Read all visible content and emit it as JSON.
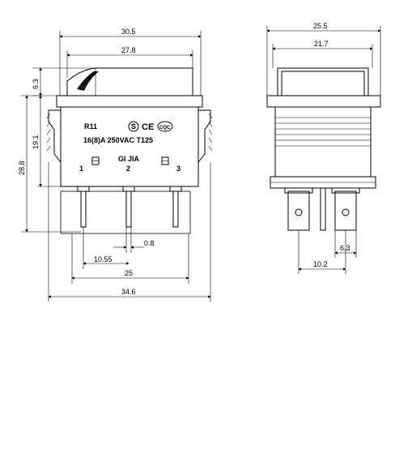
{
  "front_view": {
    "width_overall_top": "30.5",
    "width_rocker": "27.8",
    "rocker_height": "6.3",
    "body_height": "19.1",
    "total_height": "28.8",
    "pin_offset": "10.55",
    "pin_width": "0.8",
    "pin_span": "25",
    "base_width": "34.6",
    "marking_model": "R11",
    "marking_rating": "16(8)A 250VAC T125",
    "marking_code": "GI JIA",
    "terminal_1": "1",
    "terminal_2": "2",
    "terminal_3": "3",
    "cert_s": "S",
    "cert_ce": "CE",
    "cert_cqc": "CQC"
  },
  "side_view": {
    "width_overall": "25.5",
    "width_inner": "21.7",
    "terminal_pitch": "10.2",
    "terminal_width": "6.3"
  }
}
